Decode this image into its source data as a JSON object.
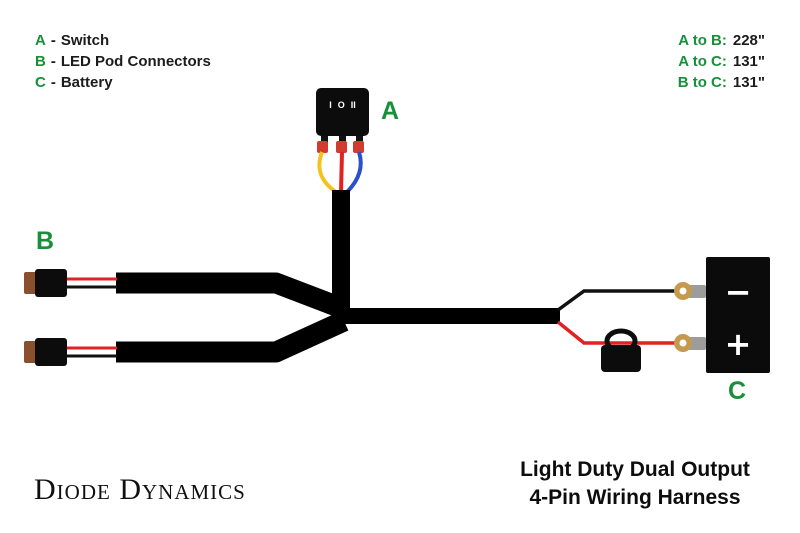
{
  "legend": {
    "items": [
      {
        "key": "A",
        "sep": "-",
        "label": "Switch"
      },
      {
        "key": "B",
        "sep": "-",
        "label": "LED Pod Connectors"
      },
      {
        "key": "C",
        "sep": "-",
        "label": "Battery"
      }
    ]
  },
  "measurements": {
    "items": [
      {
        "label": "A to B:",
        "value": "228\""
      },
      {
        "label": "A to C:",
        "value": "131\""
      },
      {
        "label": "B to C:",
        "value": "131\""
      }
    ]
  },
  "diagram": {
    "switch_label": "A",
    "switch_marks": [
      "I",
      "O",
      "II"
    ],
    "pods_label": "B",
    "battery_label": "C",
    "battery_terminals": {
      "minus": "−",
      "plus": "+"
    }
  },
  "footer": {
    "brand": "Diode Dynamics",
    "title_line1": "Light Duty Dual Output",
    "title_line2": "4-Pin Wiring Harness"
  },
  "colors": {
    "accent_green": "#18903a",
    "text_dark": "#1c1c1c",
    "wire_red": "#e02222",
    "wire_yellow": "#f2c21d",
    "wire_blue": "#2a52c8",
    "cable_black": "#000000",
    "connector_brown": "#8a4f2d",
    "crimp_red": "#d23b2f",
    "terminal_gold": "#c59a4e",
    "terminal_gray": "#9c9c9c"
  }
}
